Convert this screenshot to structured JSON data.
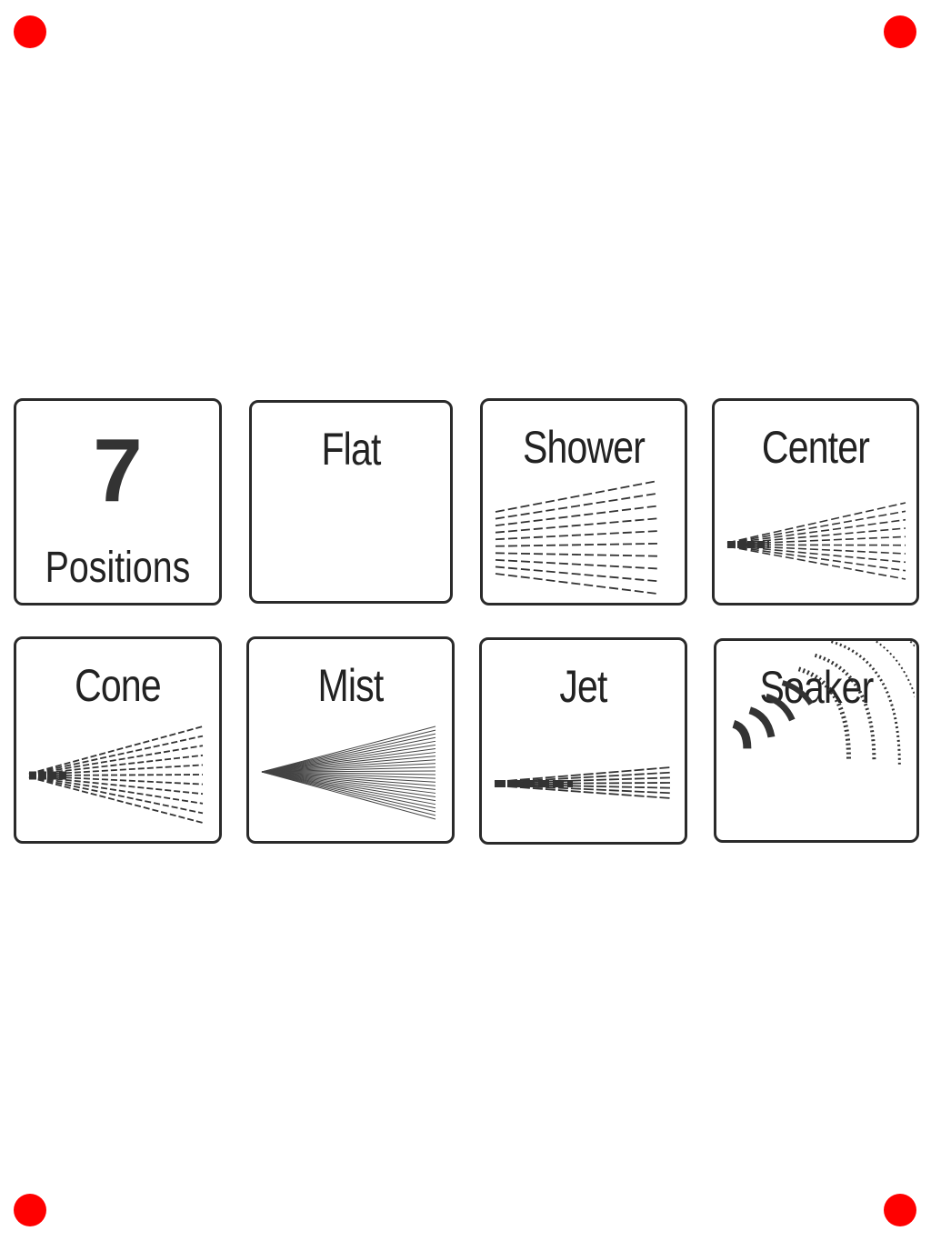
{
  "colors": {
    "marker": "#ff0000",
    "ink": "#2a2a2a"
  },
  "summary": {
    "count": "7",
    "label": "Positions"
  },
  "patterns": [
    {
      "label": "Flat",
      "icon": "flat-spray-icon"
    },
    {
      "label": "Shower",
      "icon": "shower-spray-icon"
    },
    {
      "label": "Center",
      "icon": "center-spray-icon"
    },
    {
      "label": "Cone",
      "icon": "cone-spray-icon"
    },
    {
      "label": "Mist",
      "icon": "mist-spray-icon"
    },
    {
      "label": "Jet",
      "icon": "jet-spray-icon"
    },
    {
      "label": "Soaker",
      "icon": "soaker-spray-icon"
    }
  ]
}
